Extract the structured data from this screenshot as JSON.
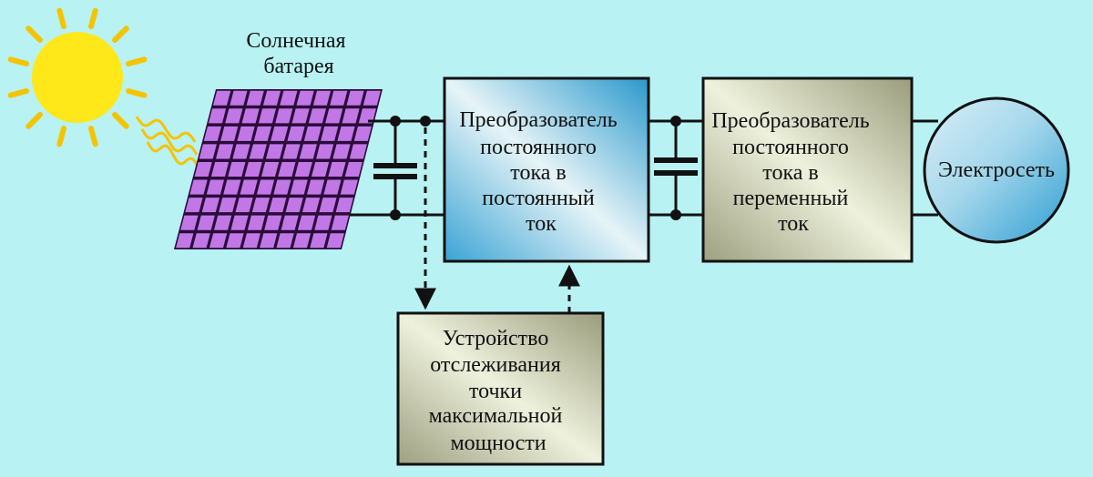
{
  "colors": {
    "background": "#b8f2f3",
    "sun": "#ffe81a",
    "sun_rays": "#f5c400",
    "panel_cells": "#c178e6",
    "panel_frame": "#2a0b3a",
    "dc_dc_box": "#3fa6d6",
    "dc_ac_box": "#a9ab8d",
    "mppt_box": "#a9ab8d",
    "grid_circle": "#4fb2de",
    "wires": "#111111"
  },
  "icons": {
    "sun": "sun-icon",
    "light_waves": "light-waves-icon",
    "solar_panel": "solar-panel-icon",
    "capacitor": "capacitor-icon"
  },
  "labels": {
    "solar_panel": [
      "Солнечная",
      "батарея"
    ],
    "dc_dc": [
      "Преобразователь",
      "постоянного",
      "тока в",
      "постоянный",
      "ток"
    ],
    "dc_ac": [
      "Преобразователь",
      "постоянного",
      "тока в",
      "переменный",
      "ток"
    ],
    "grid": [
      "Электросеть"
    ],
    "mppt": [
      "Устройство",
      "отслеживания",
      "точки",
      "максимальной",
      "мощности"
    ]
  }
}
